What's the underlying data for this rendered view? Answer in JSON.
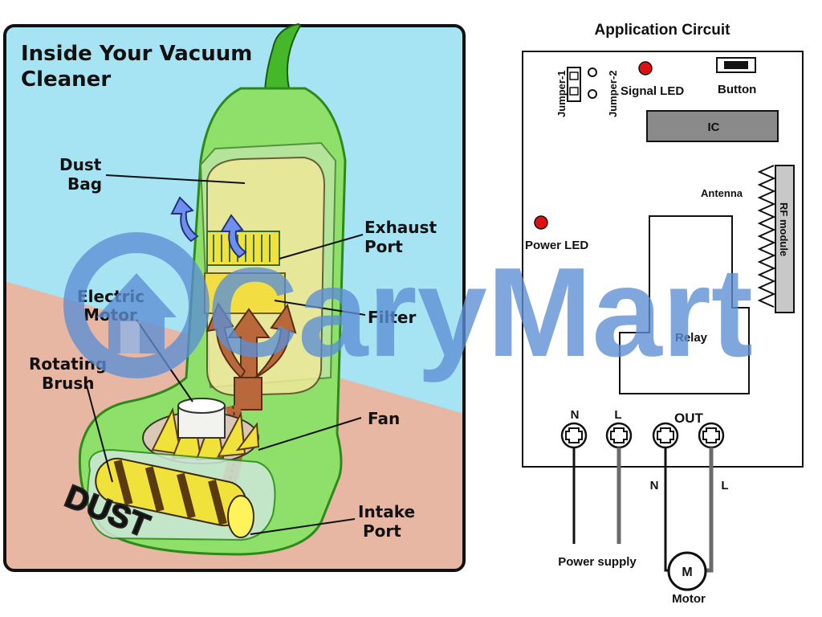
{
  "vacuum": {
    "title_line1": "Inside Your Vacuum",
    "title_line2": "Cleaner",
    "labels": {
      "dust_bag_1": "Dust",
      "dust_bag_2": "Bag",
      "exhaust_port_1": "Exhaust",
      "exhaust_port_2": "Port",
      "filter": "Filter",
      "electric_motor_1": "Electric",
      "electric_motor_2": "Motor",
      "rotating_brush_1": "Rotating",
      "rotating_brush_2": "Brush",
      "fan": "Fan",
      "intake_port_1": "Intake",
      "intake_port_2": "Port",
      "dust": "DUST"
    },
    "colors": {
      "sky": "#a6e4f3",
      "floor": "#e7b7a3",
      "body": "#8fe06a",
      "bag": "#f1e89a",
      "brush": "#f0e23a",
      "arrow_blue": "#6f8ff0",
      "arrow_brown": "#b9683c"
    }
  },
  "circuit": {
    "title": "Application Circuit",
    "jumper1": "Jumper-1",
    "jumper2": "Jumper-2",
    "signal_led": "Signal LED",
    "button": "Button",
    "ic": "IC",
    "antenna": "Antenna",
    "rf_module": "RF module",
    "power_led": "Power LED",
    "relay": "Relay",
    "terminal_n": "N",
    "terminal_l": "L",
    "out": "OUT",
    "wire_n": "N",
    "wire_l": "L",
    "power_supply": "Power supply",
    "motor_symbol": "M",
    "motor": "Motor",
    "colors": {
      "led": "#e01010",
      "ic": "#8a8a8a",
      "wire_gray": "#6a6a6a"
    }
  },
  "watermark": {
    "text": "CaryMart",
    "color": "#5c8fd6"
  }
}
